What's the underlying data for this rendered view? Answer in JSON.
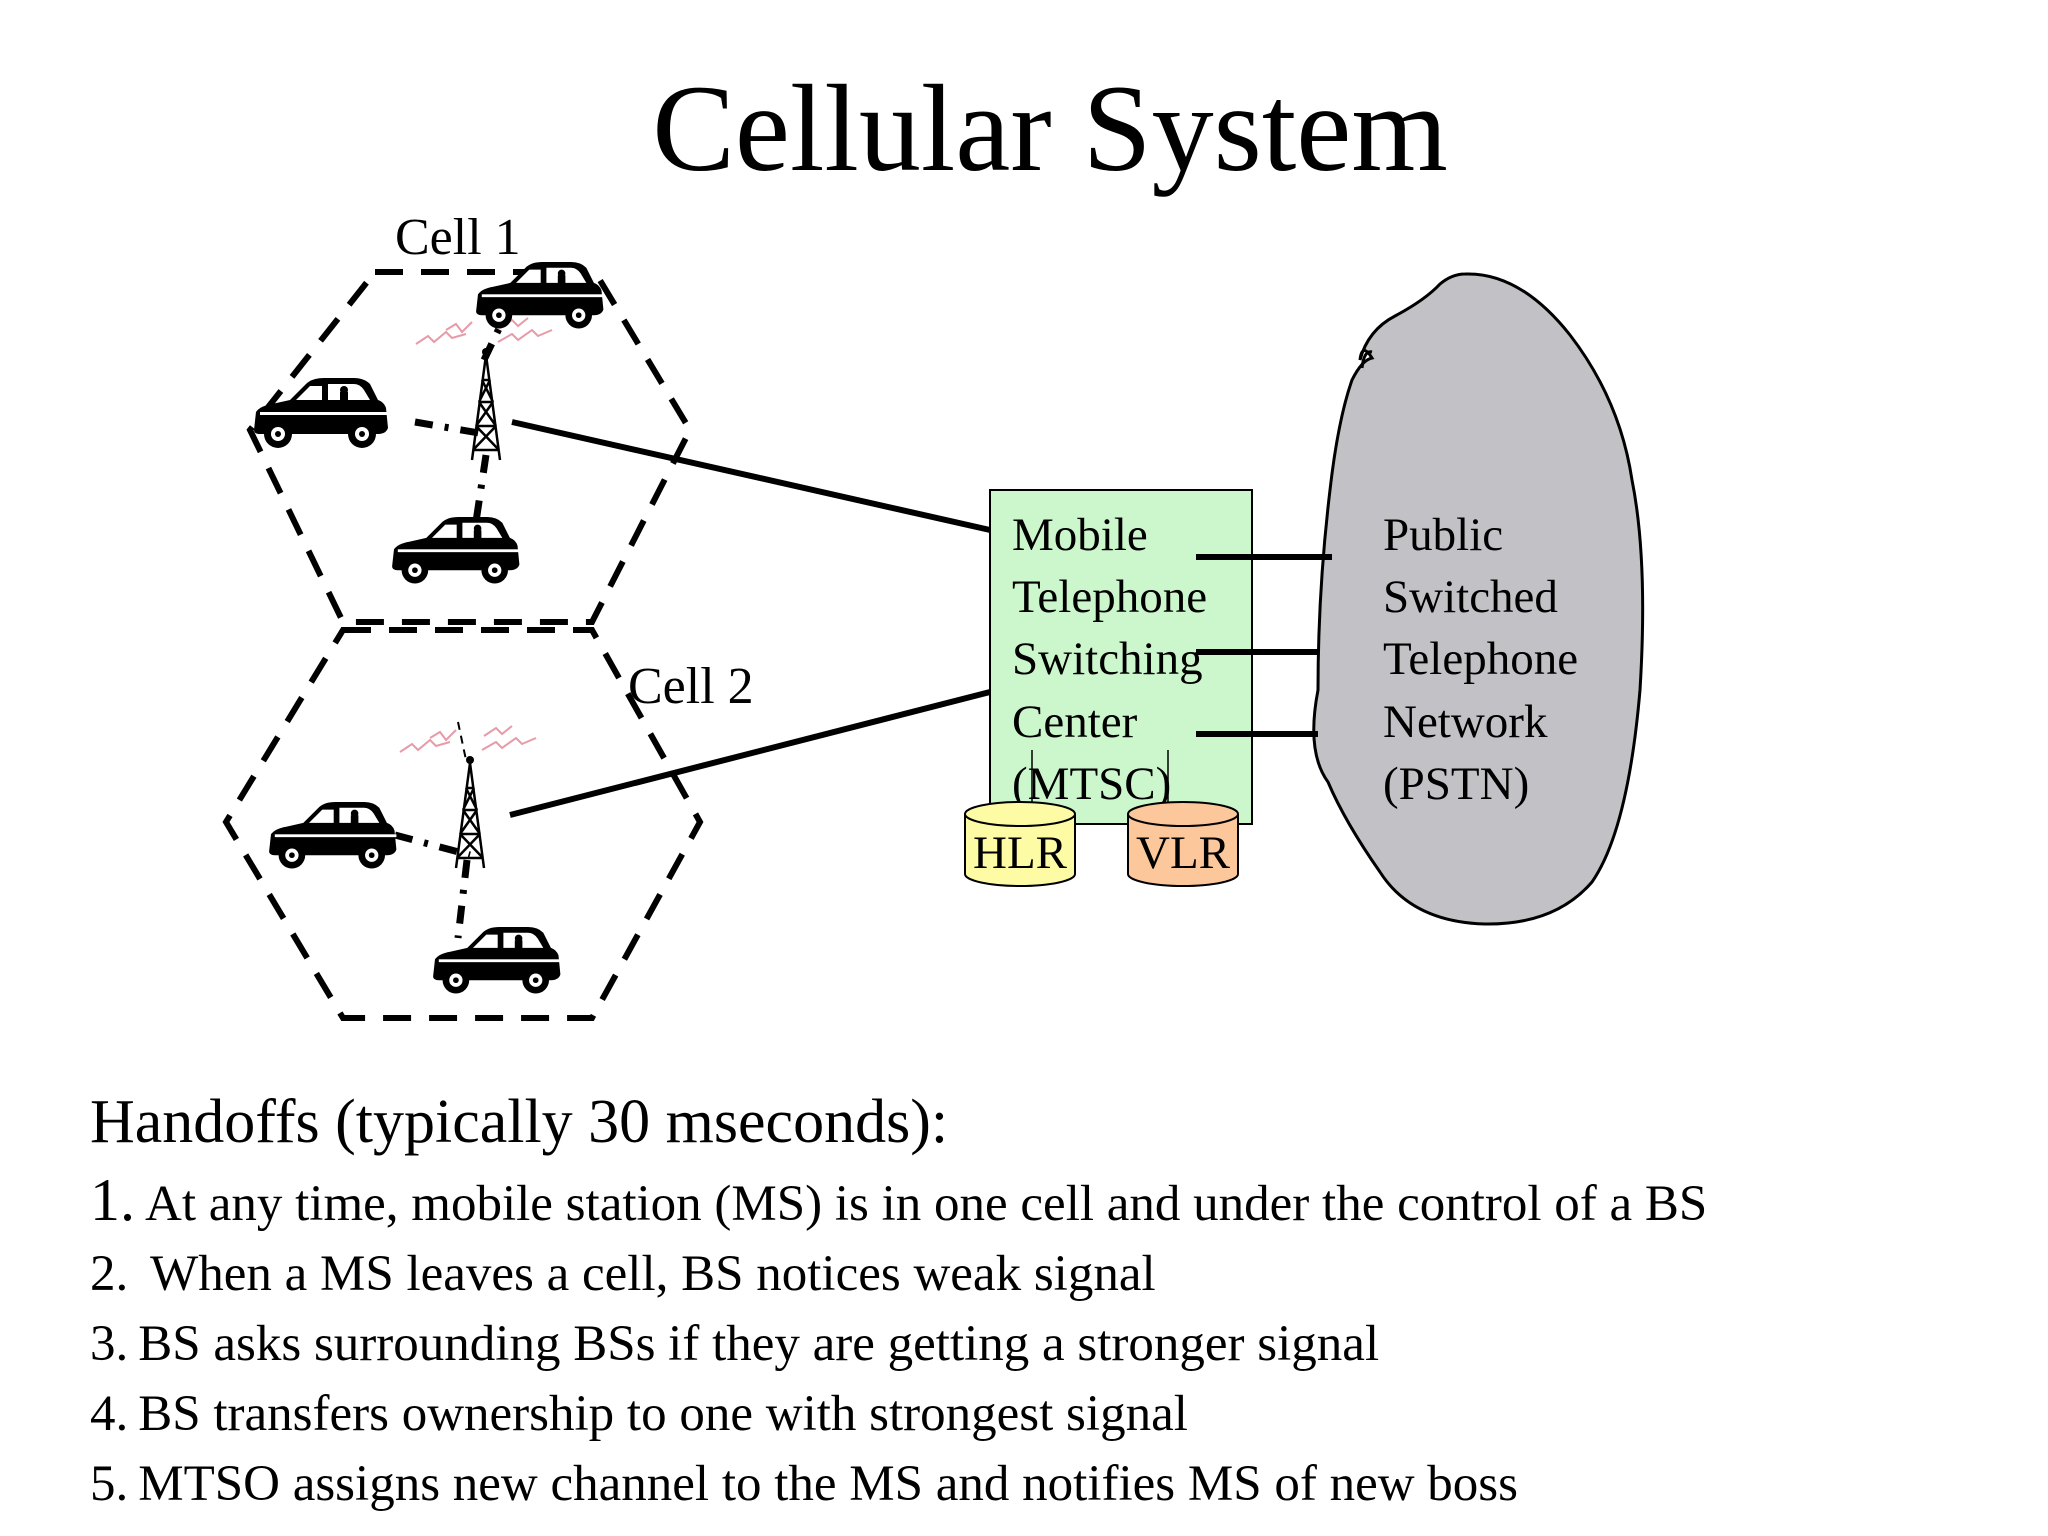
{
  "title": "Cellular System",
  "cells": [
    {
      "label": "Cell 1"
    },
    {
      "label": "Cell 2"
    }
  ],
  "mtsc": {
    "lines": [
      "Mobile",
      "Telephone",
      "Switching",
      "Center",
      "(MTSC)"
    ],
    "fill": "#ccf7cc"
  },
  "databases": [
    {
      "label": "HLR",
      "fill": "#fdfca4"
    },
    {
      "label": "VLR",
      "fill": "#fcc89b"
    }
  ],
  "pstn": {
    "lines": [
      "Public",
      "Switched",
      "Telephone",
      "Network",
      "(PSTN)"
    ],
    "fill": "#c2c1c6"
  },
  "handoffs": {
    "title": "Handoffs (typically 30 mseconds):",
    "steps": [
      {
        "num": "1.",
        "text": "At any time, mobile station (MS) is in one cell and under the control of a BS"
      },
      {
        "num": "2.",
        "text": " When a MS leaves a cell, BS notices weak signal"
      },
      {
        "num": "3.",
        "text": "BS asks surrounding BSs if they are getting a stronger signal"
      },
      {
        "num": "4.",
        "text": "BS transfers ownership to one with strongest signal"
      },
      {
        "num": "5.",
        "text": "MTSO assigns new channel to the MS and notifies MS of new boss"
      }
    ]
  },
  "icons": [
    "car-icon",
    "cell-tower-icon",
    "database-icon",
    "cloud-icon"
  ]
}
